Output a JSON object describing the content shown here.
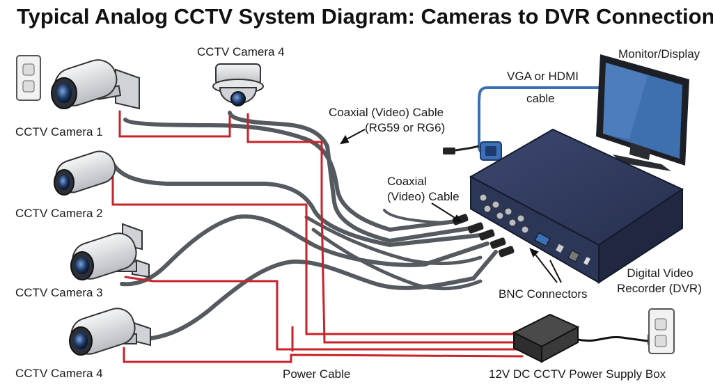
{
  "title": "Typical Analog CCTV System Diagram: Cameras to DVR Connection",
  "labels": {
    "camera1": "CCTV Camera 1",
    "camera2": "CCTV Camera 2",
    "camera3": "CCTV Camera 3",
    "camera4_left": "CCTV Camera 4",
    "camera4_top": "CCTV Camera 4",
    "coax_main_line1": "Coaxial (Video) Cable",
    "coax_main_line2": "(RG59 or RG6)",
    "coax_dvr_line1": "Coaxial",
    "coax_dvr_line2": "(Video) Cable",
    "vga_line1": "VGA or HDMI",
    "vga_line2": "cable",
    "monitor": "Monitor/Display",
    "dvr_line1": "Digital Video",
    "dvr_line2": "Recorder (DVR)",
    "bnc": "BNC Connectors",
    "power_cable": "Power Cable",
    "psu": "12V DC CCTV Power Supply Box"
  },
  "colors": {
    "video_cable": "#555a60",
    "power_cable": "#c8222a",
    "vga_cable": "#3b6fb6",
    "dvr_body": "#2c3656",
    "camera_body": "#e6e8ea",
    "psu_body": "#3a3a3a"
  },
  "icons": [
    "wall-outlet-icon",
    "bullet-camera-icon",
    "dome-camera-icon",
    "monitor-icon",
    "dvr-icon",
    "power-supply-icon",
    "vga-plug-icon",
    "hdmi-plug-icon"
  ]
}
